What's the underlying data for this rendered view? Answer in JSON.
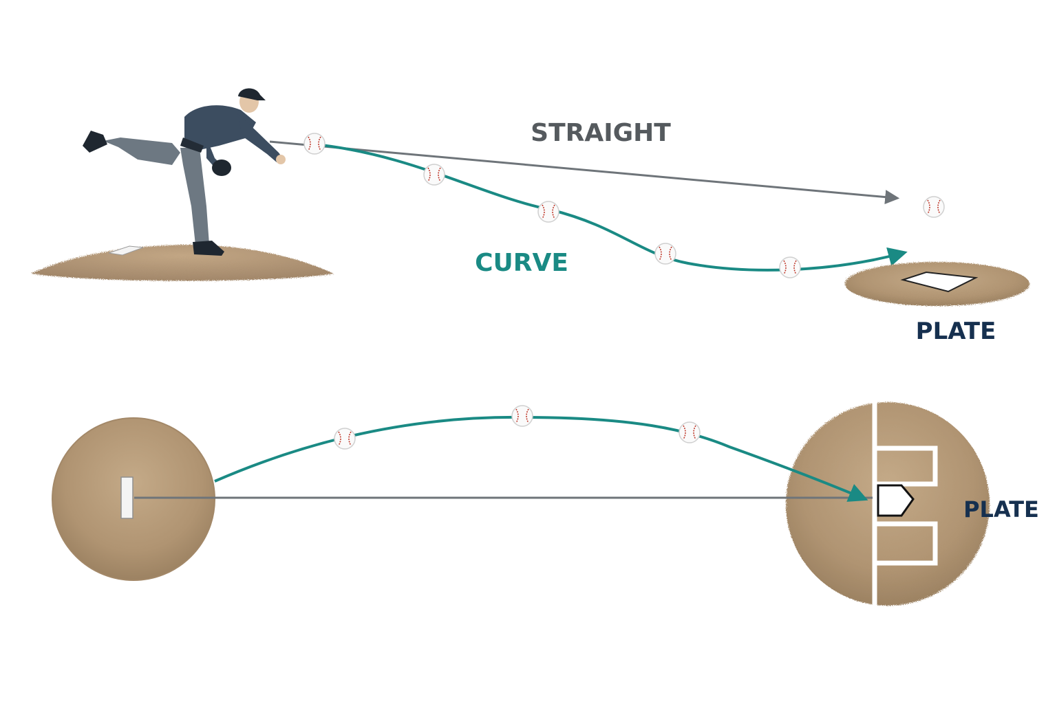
{
  "labels": {
    "straight": "STRAIGHT",
    "curve": "CURVE",
    "plate_side": "PLATE",
    "plate_top": "PLATE"
  },
  "colors": {
    "curve": "#1a8a84",
    "straight": "#6e7479",
    "straight_text": "#555a5e",
    "plate_text": "#16304f",
    "dirt": "#b59a78",
    "dirt_dark": "#9c8262",
    "chalk": "#ffffff",
    "ball_seam": "#c0392b",
    "pitcher_uniform": "#3c4d60",
    "pitcher_pants": "#6d7882"
  },
  "icons": {
    "ball": "baseball-icon",
    "pitcher": "pitcher-figure",
    "rubber": "pitching-rubber",
    "home_plate": "home-plate-icon"
  }
}
